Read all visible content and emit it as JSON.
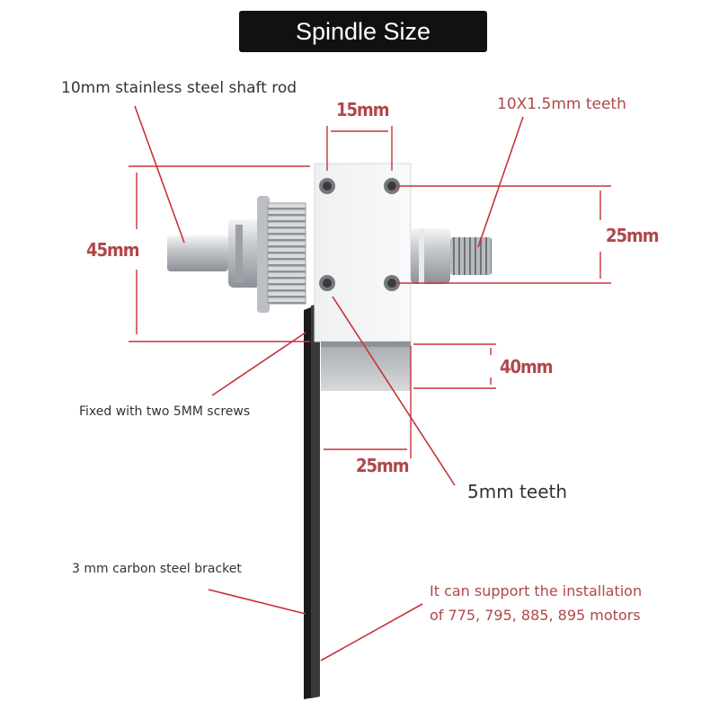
{
  "title": "Spindle Size",
  "labels": {
    "shaft": "10mm stainless steel shaft rod",
    "teeth_thread": "10X1.5mm teeth",
    "fixed": "Fixed with two 5MM screws",
    "bracket": "3 mm carbon steel bracket",
    "support_line1": "It can support the installation",
    "support_line2": "of 775, 795, 885, 895 motors",
    "teeth_5mm": "5mm teeth"
  },
  "dimensions": {
    "d15": "15mm",
    "d45": "45mm",
    "d25_right": "25mm",
    "d40": "40mm",
    "d25_bottom": "25mm"
  },
  "colors": {
    "annotation": "#b0474b",
    "leader": "#c8323a",
    "metal": "#c9ccd0",
    "bracket": "#1a1a1a"
  }
}
